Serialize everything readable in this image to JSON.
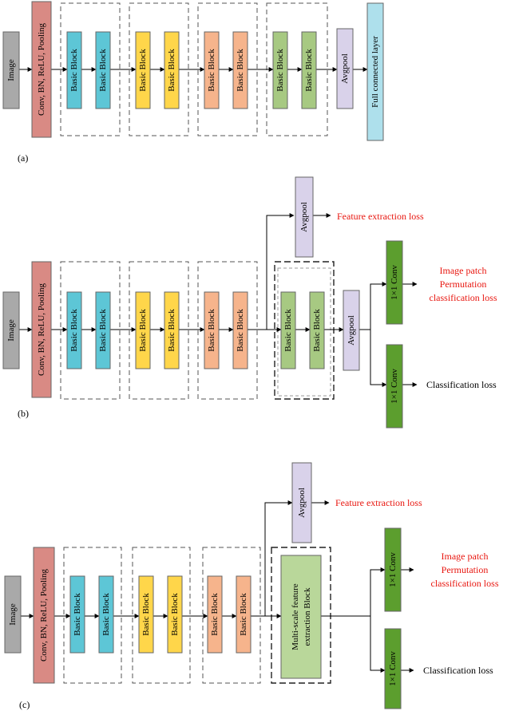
{
  "colors": {
    "gray": "#a9a9a9",
    "conv": "#d98a84",
    "blue": "#5dc6d6",
    "yellow": "#ffd64a",
    "orange": "#f6b48c",
    "green": "#a7c982",
    "avgpool": "#d9d2ea",
    "fc": "#aee0ec",
    "conv1x1": "#5c9e2e",
    "multiscale": "#b9d79a",
    "loss_red": "#e8160f",
    "loss_black": "#000000"
  },
  "labels": {
    "image": "Image",
    "conv_stem": "Conv, BN, ReLU, Pooling",
    "basic_block": "Basic Block",
    "avgpool": "Avgpool",
    "fc": "Full connected layer",
    "conv1x1": "1×1 Conv",
    "multiscale_line1": "Multi-scale feature",
    "multiscale_line2": "extraction Block",
    "feature_loss": "Feature extraction loss",
    "patch_loss_1": "Image patch",
    "patch_loss_2": "Permutation",
    "patch_loss_3": "classification loss",
    "class_loss": "Classification loss"
  },
  "panels": [
    {
      "caption": "(a)"
    },
    {
      "caption": "(b)"
    },
    {
      "caption": "(c)"
    }
  ]
}
